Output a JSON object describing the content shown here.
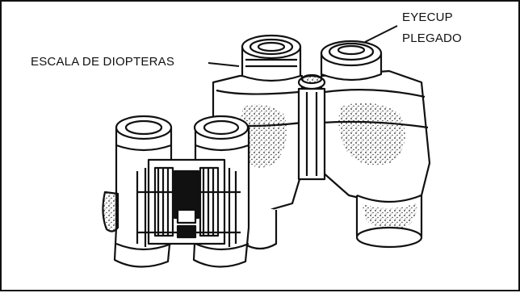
{
  "labels": {
    "diopter_scale": "ESCALA DE DIOPTERAS",
    "eyecup_line1": "EYECUP",
    "eyecup_line2": "PLEGADO"
  },
  "colors": {
    "ink": "#111111",
    "paper": "#ffffff"
  }
}
